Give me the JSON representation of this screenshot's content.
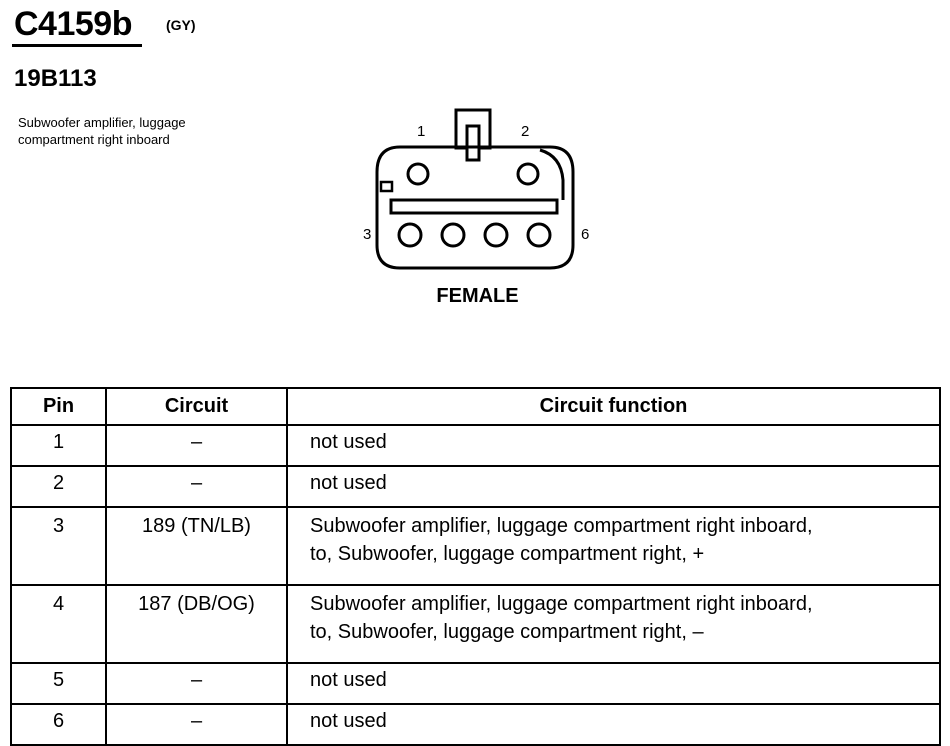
{
  "header": {
    "connector_id": "C4159b",
    "color_code": "(GY)",
    "part_number": "19B113",
    "description_line1": "Subwoofer amplifier, luggage",
    "description_line2": "compartment right inboard"
  },
  "diagram": {
    "pin_labels": {
      "p1": "1",
      "p2": "2",
      "p3": "3",
      "p6": "6"
    },
    "gender": "FEMALE"
  },
  "table": {
    "headers": {
      "pin": "Pin",
      "circuit": "Circuit",
      "function": "Circuit function"
    },
    "rows": [
      {
        "pin": "1",
        "circuit": "–",
        "function_line1": "not used",
        "function_line2": ""
      },
      {
        "pin": "2",
        "circuit": "–",
        "function_line1": "not used",
        "function_line2": ""
      },
      {
        "pin": "3",
        "circuit": "189 (TN/LB)",
        "function_line1": "Subwoofer amplifier, luggage compartment right inboard,",
        "function_line2": "to, Subwoofer, luggage compartment right, +"
      },
      {
        "pin": "4",
        "circuit": "187 (DB/OG)",
        "function_line1": "Subwoofer amplifier, luggage compartment right inboard,",
        "function_line2": "to, Subwoofer, luggage compartment right, –"
      },
      {
        "pin": "5",
        "circuit": "–",
        "function_line1": "not used",
        "function_line2": ""
      },
      {
        "pin": "6",
        "circuit": "–",
        "function_line1": "not used",
        "function_line2": ""
      }
    ]
  }
}
